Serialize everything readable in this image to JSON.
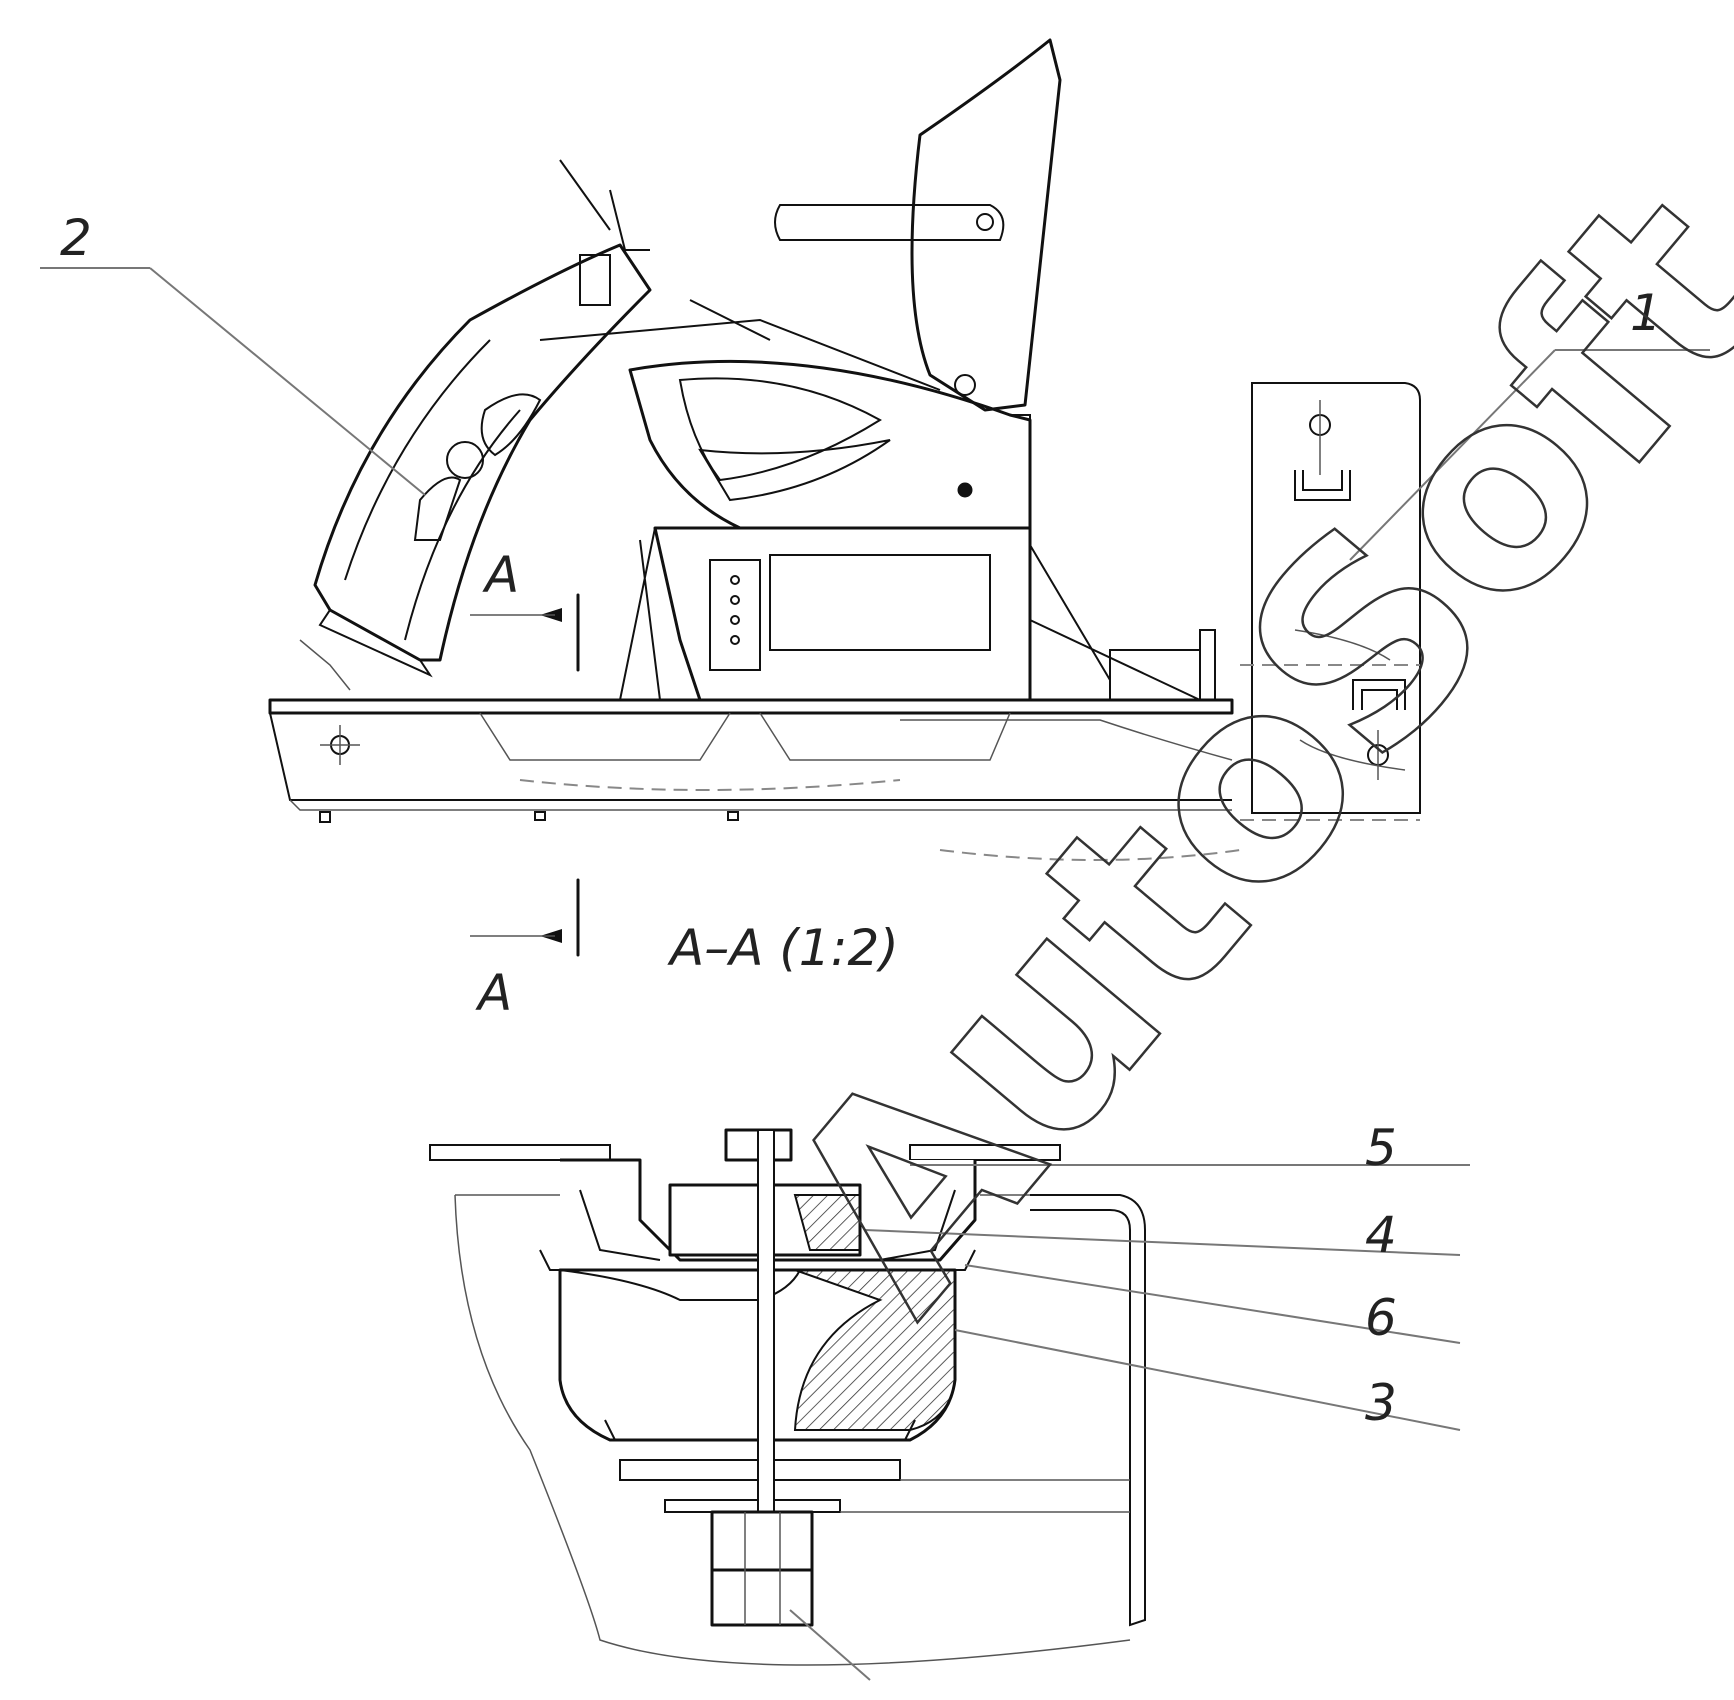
{
  "callouts": {
    "part_1": "1",
    "part_2": "2",
    "part_3": "3",
    "part_4": "4",
    "part_5": "5",
    "part_6": "6"
  },
  "section_marks": {
    "upper": "A",
    "lower": "A",
    "view_title": "A–A (1:2)"
  },
  "watermark": "AutoSoft"
}
